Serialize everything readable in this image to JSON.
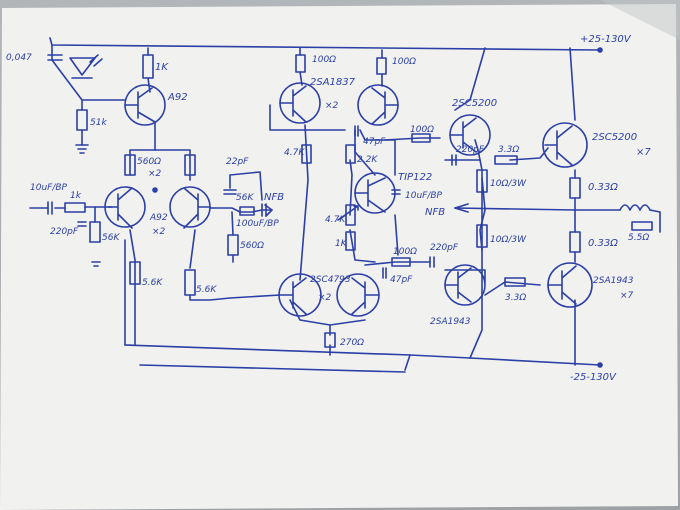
{
  "rails": {
    "positive": "+25-130V",
    "negative": "-25-130V"
  },
  "labels": {
    "c_004": "0,047",
    "r_1k_top": "1K",
    "q_a92": "A92",
    "r_51k": "51k",
    "r_560_x2": "560Ω",
    "x2_a": "×2",
    "c_in": "10uF/BP",
    "r_1k_in": "1k",
    "c_220pf_in": "220pF",
    "r_56k_in": "56K",
    "q_a92_diff": "A92",
    "x2_b": "×2",
    "c_22pf": "22pF",
    "r_56k_nfb": "56K",
    "nfb_1": "NFB",
    "c_100uf": "100uF/BP",
    "r_560_fb": "560Ω",
    "r_5k6_a": "5.6K",
    "r_5k6_b": "5.6K",
    "r_100_top": "100Ω",
    "q_2sa1837": "2SA1837",
    "x2_c": "×2",
    "r_100_top2": "100Ω",
    "r_47k": "4.7K",
    "c_47pf_a": "47pF",
    "r_2k2": "2.2K",
    "q_tip122": "TIP122",
    "c_10uf_bp": "10uF/BP",
    "nfb_2": "NFB",
    "pot_4k7": "4.7K",
    "r_1k_vbe": "1K",
    "q_2sc4793": "2SC4793",
    "x2_d": "×2",
    "r_270": "270Ω",
    "r_100_mid": "100Ω",
    "c_47pf_b": "47pF",
    "c_220pf_mid": "220pF",
    "q_2sa1943": "2SA1943",
    "q_2sc5200_drv": "2SC5200",
    "r_100_drv": "100Ω",
    "c_220pf_drv": "220pF",
    "r_3r3_a": "3.3Ω",
    "r_10_3w_a": "10Ω/3W",
    "r_10_3w_b": "10Ω/3W",
    "r_3r3_b": "3.3Ω",
    "q_2sc5200_out": "2SC5200",
    "x7_a": "×7",
    "r_033_a": "0.33Ω",
    "l_out": "5.5Ω",
    "r_033_b": "0.33Ω",
    "q_2sa1943_out": "2SA1943",
    "x7_b": "×7"
  }
}
